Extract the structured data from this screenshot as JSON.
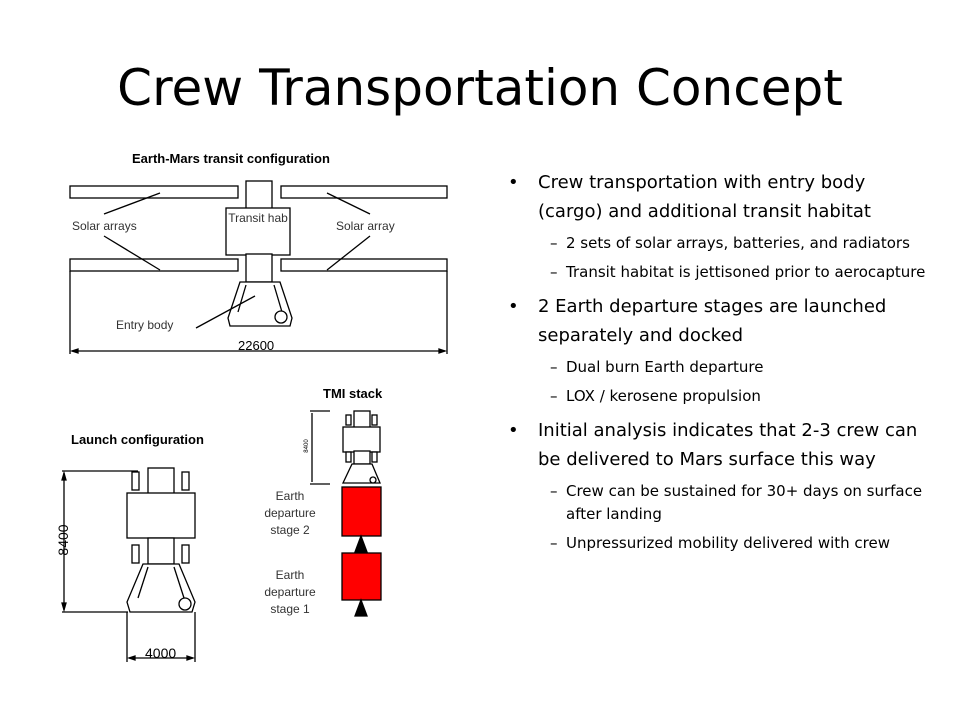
{
  "title": "Crew Transportation Concept",
  "diagram": {
    "transit_config_label": "Earth-Mars transit configuration",
    "solar_arrays_left": "Solar arrays",
    "solar_array_right": "Solar array",
    "transit_hab": "Transit hab",
    "entry_body": "Entry body",
    "dim_transit_width": "22600",
    "tmi_stack_label": "TMI stack",
    "launch_config_label": "Launch configuration",
    "dim_launch_height": "8400",
    "dim_launch_width": "4000",
    "dim_tmi_small": "8400",
    "stage2_label": "Earth departure stage 2",
    "stage1_label": "Earth departure stage 1",
    "stage_color": "#ff0000"
  },
  "bullets": [
    {
      "text": "Crew transportation with entry body (cargo) and additional transit habitat",
      "sub": [
        "2 sets of solar arrays, batteries, and radiators",
        "Transit habitat is jettisoned prior to aerocapture"
      ]
    },
    {
      "text": "2 Earth departure stages are launched separately and docked",
      "sub": [
        "Dual burn Earth departure",
        "LOX / kerosene propulsion"
      ]
    },
    {
      "text": "Initial analysis indicates that 2-3 crew can be delivered to Mars surface this way",
      "sub": [
        "Crew can be sustained for 30+ days on surface after landing",
        "Unpressurized mobility delivered with crew"
      ]
    }
  ]
}
